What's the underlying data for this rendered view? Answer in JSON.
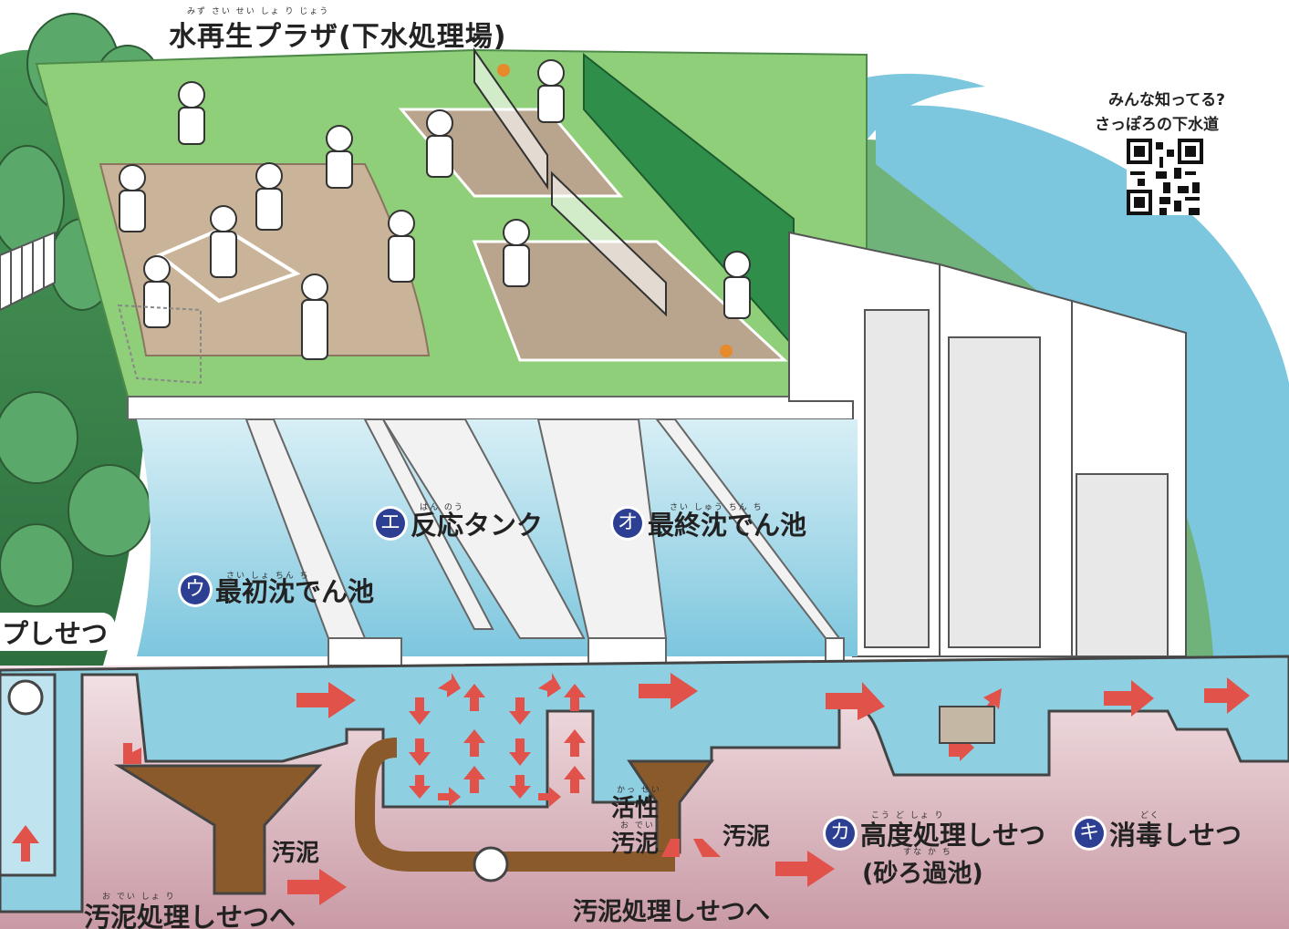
{
  "title": "水再生プラザ(下水処理場)",
  "title_ruby": "みず さい せい しょ り じょう",
  "qr_caption": {
    "line1": "みんな知ってる?",
    "line2": "さっぽろの下水道"
  },
  "facilities": [
    {
      "mark": "ウ",
      "label": "最初沈でん池",
      "ruby": "さい しょ ちん ち"
    },
    {
      "mark": "エ",
      "label": "反応タンク",
      "ruby": "はん のう"
    },
    {
      "mark": "オ",
      "label": "最終沈でん池",
      "ruby": "さい しゅう ちん ち"
    },
    {
      "mark": "カ",
      "label": "高度処理しせつ",
      "ruby": "こう ど しょ り",
      "sub": "(砂ろ過池)",
      "sub_ruby": "すな か ち"
    },
    {
      "mark": "キ",
      "label": "消毒しせつ",
      "ruby": "どく"
    }
  ],
  "pump_label": "プしせつ",
  "labels": {
    "sludge_left": "汚泥",
    "sludge_right": "汚泥",
    "activated_1": "活性",
    "activated_2": "汚泥",
    "activated_ruby_1": "かっ せい",
    "activated_ruby_2": "お でい",
    "to_sludge_left": "汚泥処理しせつへ",
    "to_sludge_left_ruby": "お でい しょ り",
    "to_sludge_center": "汚泥処理しせつへ"
  },
  "colors": {
    "water": "#7cc6de",
    "water_light": "#bfe3ef",
    "grass": "#8fcf7a",
    "field": "#c9b49a",
    "sludge": "#8a5a2b",
    "arrow": "#e0524a",
    "badge": "#2c3f93",
    "ground": "#d9b8bf"
  }
}
